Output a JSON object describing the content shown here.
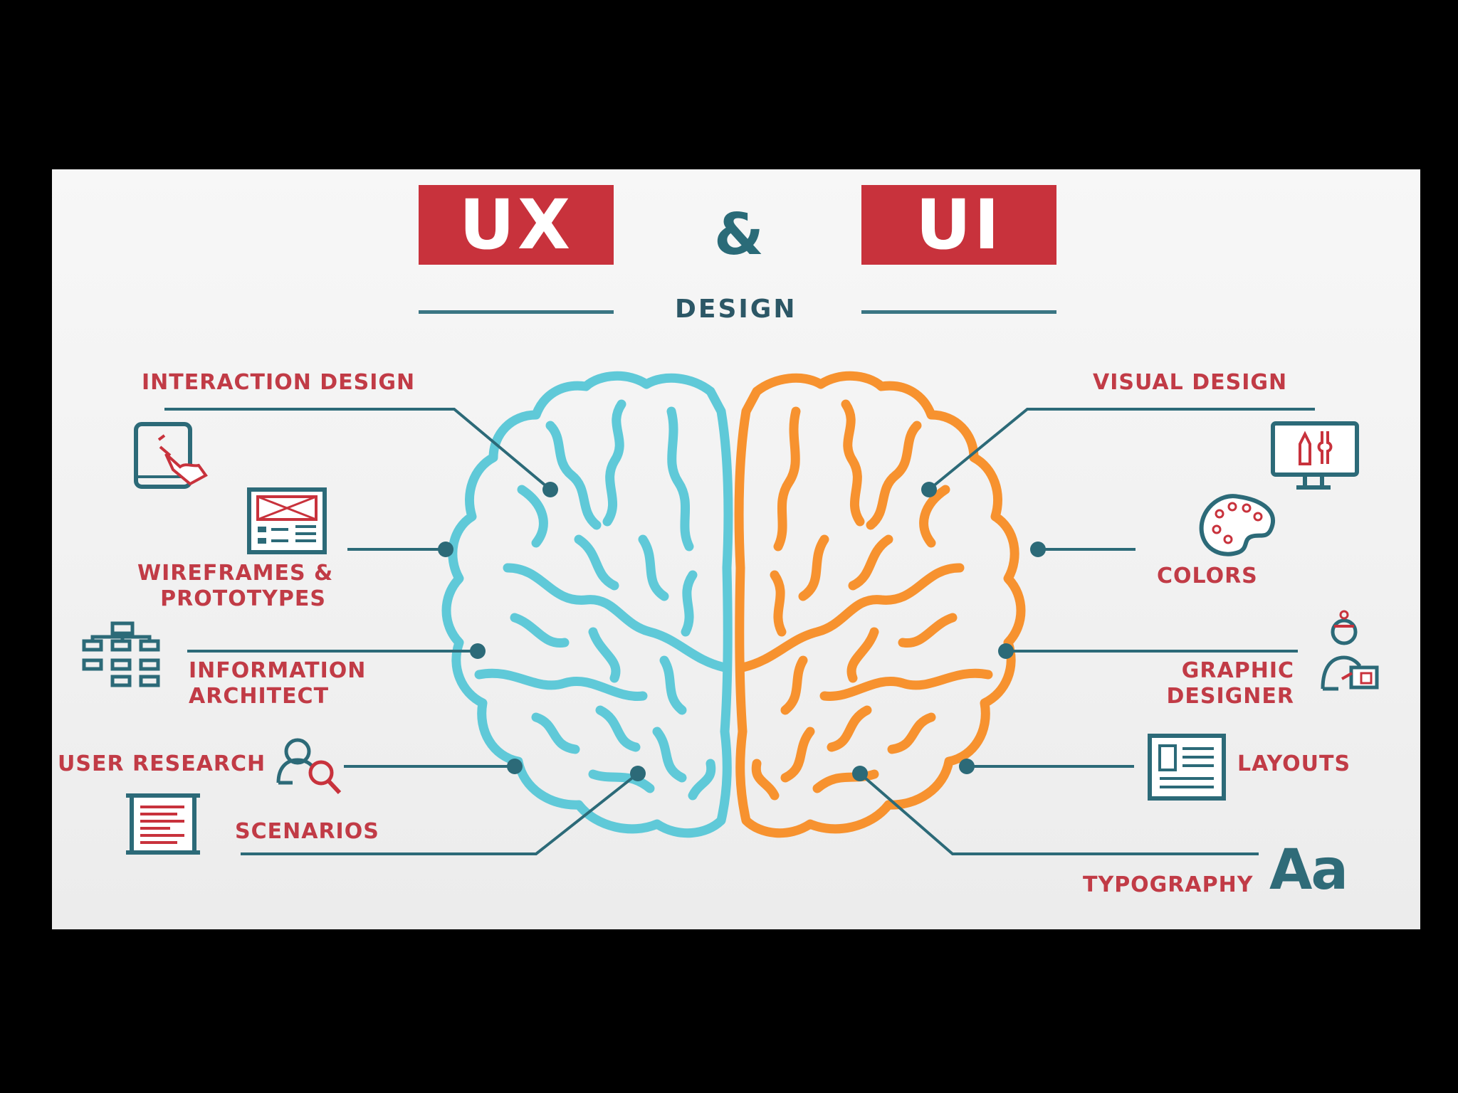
{
  "header": {
    "ux": "UX",
    "amp": "&",
    "ui": "UI",
    "design": "DESIGN"
  },
  "ux_side": {
    "color": "#5fc9d8",
    "items": [
      {
        "label": "INTERACTION DESIGN",
        "icon": "tablet-touch-icon"
      },
      {
        "label": "WIREFRAMES &\nPROTOTYPES",
        "icon": "wireframe-icon"
      },
      {
        "label": "INFORMATION\nARCHITECT",
        "icon": "sitemap-icon"
      },
      {
        "label": "USER RESEARCH",
        "icon": "user-search-icon"
      },
      {
        "label": "SCENARIOS",
        "icon": "document-scroll-icon"
      }
    ]
  },
  "ui_side": {
    "color": "#f7922f",
    "items": [
      {
        "label": "VISUAL DESIGN",
        "icon": "monitor-tools-icon"
      },
      {
        "label": "COLORS",
        "icon": "palette-icon"
      },
      {
        "label": "GRAPHIC\nDESIGNER",
        "icon": "designer-icon"
      },
      {
        "label": "LAYOUTS",
        "icon": "layout-icon"
      },
      {
        "label": "TYPOGRAPHY",
        "icon": "typography-icon",
        "glyph": "Aa"
      }
    ]
  },
  "colors": {
    "accent_red": "#c8323c",
    "teal_dark": "#2c6a78",
    "brain_blue": "#5fc9d8",
    "brain_orange": "#f7922f"
  }
}
